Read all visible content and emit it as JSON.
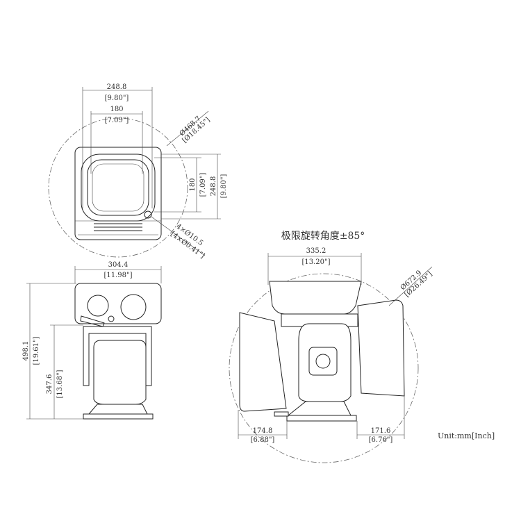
{
  "top_view": {
    "width_outer": "248.8",
    "width_outer_in": "[9.80\"]",
    "width_inner": "180",
    "width_inner_in": "[7.09\"]",
    "diameter": "Ø468.7",
    "diameter_in": "[Ø18.45\"]",
    "height_inner": "180",
    "height_inner_in": "[7.09\"]",
    "height_outer": "248.8",
    "height_outer_in": "[9.80\"]",
    "holes": "4×Ø10.5",
    "holes_in": "[4×Ø0.41\"]"
  },
  "front_view": {
    "width": "304.4",
    "width_in": "[11.98\"]",
    "height_total": "498.1",
    "height_total_in": "[19.61\"]",
    "height_body": "347.6",
    "height_body_in": "[13.68\"]"
  },
  "side_view": {
    "title": "极限旋转角度±85°",
    "width": "335.2",
    "width_in": "[13.20\"]",
    "diameter": "Ø672.9",
    "diameter_in": "[Ø26.49\"]",
    "left_offset": "174.8",
    "left_offset_in": "[6.88\"]",
    "right_offset": "171.6",
    "right_offset_in": "[6.76\"]"
  },
  "unit_label": "Unit:mm[Inch]"
}
